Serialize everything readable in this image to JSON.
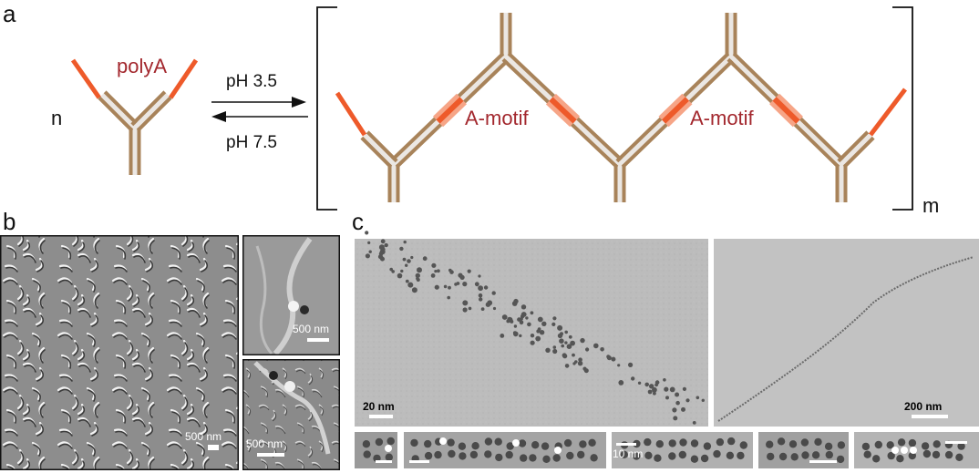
{
  "panels": {
    "a": {
      "letter": "a",
      "monomer_coefficient": "n",
      "polymer_coefficient": "m",
      "polyA_label": "polyA",
      "forward_condition": "pH 3.5",
      "reverse_condition": "pH 7.5",
      "motif_labels": [
        "A-motif",
        "A-motif"
      ]
    },
    "b": {
      "letter": "b",
      "scale_labels": [
        "500 nm",
        "500 nm",
        "500 nm"
      ]
    },
    "c": {
      "letter": "c",
      "scale_labels": [
        "20 nm",
        "200 nm",
        "10 nm"
      ]
    }
  },
  "colors": {
    "dna_strand": "#a8835a",
    "dna_core": "#ebe7e3",
    "polyA": "#ee5a2a",
    "motif_glow": "#f6a587",
    "label_red": "#a3282e",
    "afm_bg": "#8d8d8d",
    "tem_bg": "#b9b9b9"
  }
}
